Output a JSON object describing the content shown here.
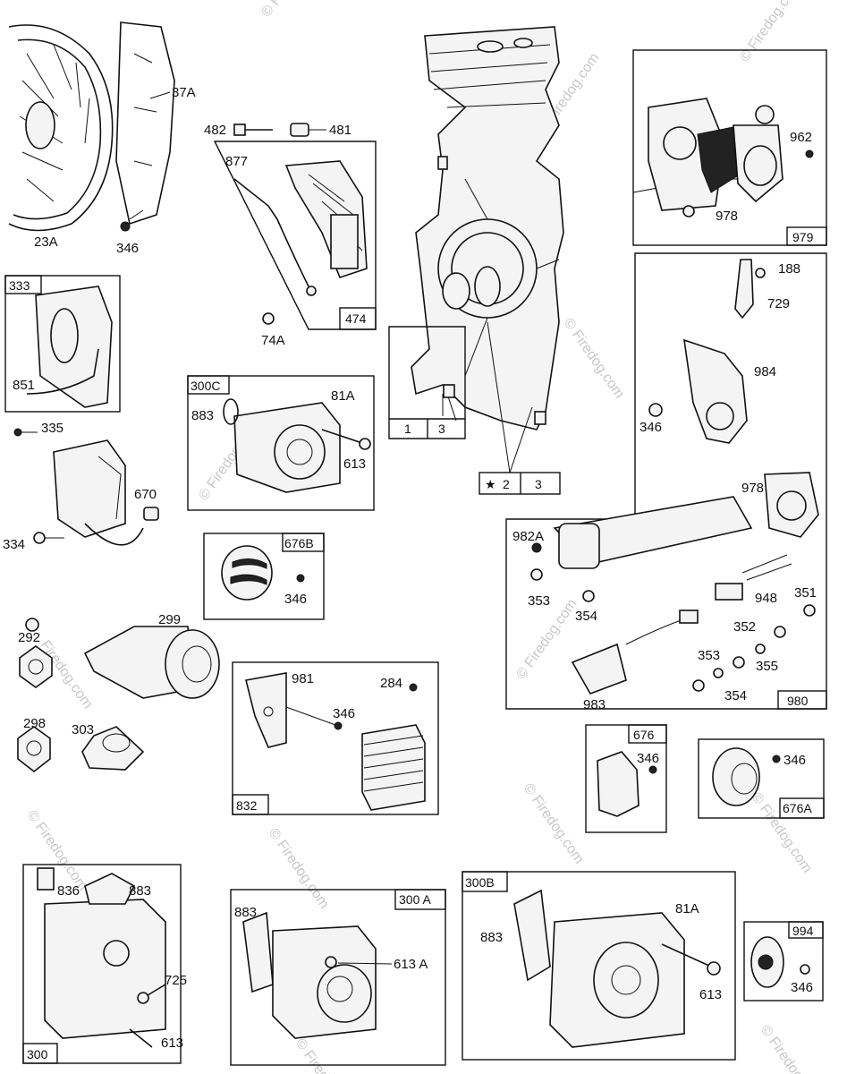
{
  "watermark": "© Firedog.com",
  "watermark_small": "Firedog.com",
  "labels": {
    "p23A": "23A",
    "p37A": "37A",
    "p346a": "346",
    "p482": "482",
    "p481": "481",
    "p877": "877",
    "p74A": "74A",
    "p474": "474",
    "p1": "1",
    "p3a": "3",
    "p2": "2",
    "p3b": "3",
    "p962": "962",
    "p978a": "978",
    "p979": "979",
    "p188": "188",
    "p729": "729",
    "p984": "984",
    "p346b": "346",
    "p333": "333",
    "p851": "851",
    "p335": "335",
    "p670": "670",
    "p334": "334",
    "p300C": "300C",
    "p883a": "883",
    "p81Aa": "81A",
    "p613a": "613",
    "p676B": "676B",
    "p346c": "346",
    "p978b": "978",
    "p982A": "982A",
    "p353a": "353",
    "p354a": "354",
    "p948": "948",
    "p351": "351",
    "p352": "352",
    "p353b": "353",
    "p355": "355",
    "p354b": "354",
    "p983": "983",
    "p980": "980",
    "p299": "299",
    "p292": "292",
    "p298": "298",
    "p303": "303",
    "p981": "981",
    "p284": "284",
    "p346d": "346",
    "p832": "832",
    "p676": "676",
    "p346e": "346",
    "p346f": "346",
    "p676A": "676A",
    "p836": "836",
    "p883b": "883",
    "p725": "725",
    "p613b": "613",
    "p300": "300",
    "p883c": "883",
    "p300A": "300 A",
    "p613A": "613 A",
    "p300B": "300B",
    "p883d": "883",
    "p81Ab": "81A",
    "p613c": "613",
    "p994": "994",
    "p346g": "346"
  }
}
